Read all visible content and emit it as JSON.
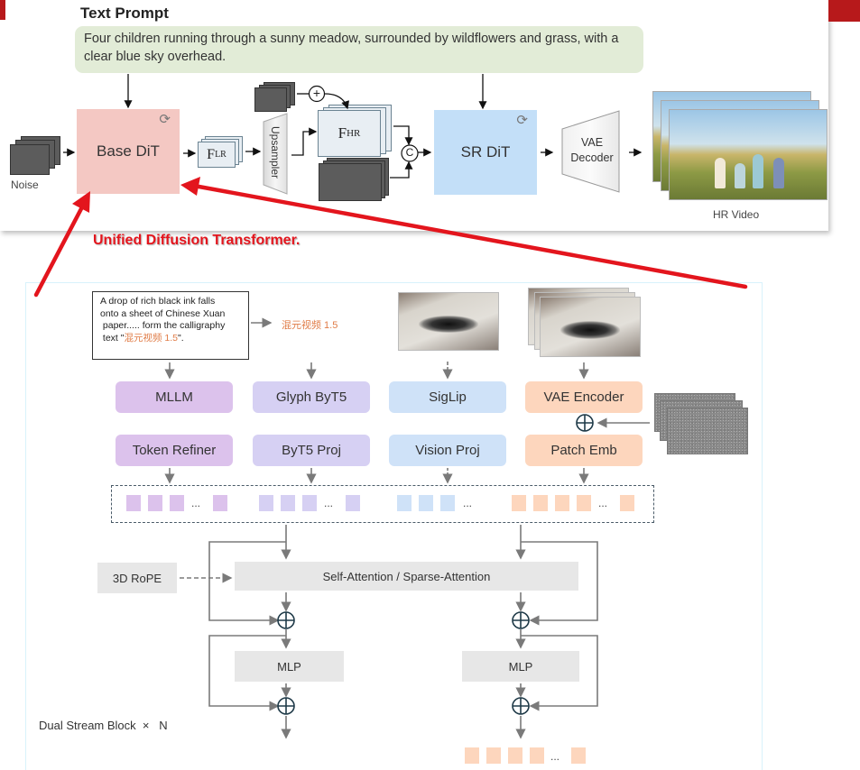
{
  "top_diagram": {
    "title": "Text Prompt",
    "prompt_text": "Four children running through a sunny meadow, surrounded by wildflowers and grass, with a clear blue sky overhead.",
    "noise_label": "Noise",
    "base_dit_label": "Base DiT",
    "f_lr_label": "F",
    "f_lr_sub": "LR",
    "upsampler_label": "Upsampler",
    "f_hr_label": "F",
    "f_hr_sub": "HR",
    "plus_symbol": "+",
    "concat_symbol": "C",
    "sr_dit_label": "SR DiT",
    "vae_decoder_label_line1": "VAE",
    "vae_decoder_label_line2": "Decoder",
    "hr_video_label": "HR Video",
    "refresh_icon": "⟳"
  },
  "annotation": {
    "label": "Unified Diffusion Transformer.",
    "color": "#e3151d"
  },
  "bottom_diagram": {
    "caption_box": {
      "line1": "A drop of rich black ink falls",
      "line2": "onto a sheet of Chinese Xuan",
      "line3": " paper..... form the calligraphy",
      "line4_prefix": " text \"",
      "line4_cn": "混元视频 1.5",
      "line4_suffix": "\"."
    },
    "glyph_text": "混元视频 1.5",
    "encoders": [
      {
        "label": "MLLM",
        "color": "#dcc2ec"
      },
      {
        "label": "Glyph ByT5",
        "color": "#d6d0f3"
      },
      {
        "label": "SigLip",
        "color": "#cfe2f8"
      },
      {
        "label": "VAE Encoder",
        "color": "#fdd6bd"
      }
    ],
    "projections": [
      {
        "label": "Token Refiner"
      },
      {
        "label": "ByT5 Proj"
      },
      {
        "label": "Vision Proj"
      },
      {
        "label": "Patch Emb"
      }
    ],
    "ellipsis": "...",
    "rope_label": "3D RoPE",
    "attention_label": "Self-Attention / Sparse-Attention",
    "mlp_label": "MLP",
    "dual_stream_label": "Dual Stream Block  ×   N",
    "oplus": "⊕"
  }
}
